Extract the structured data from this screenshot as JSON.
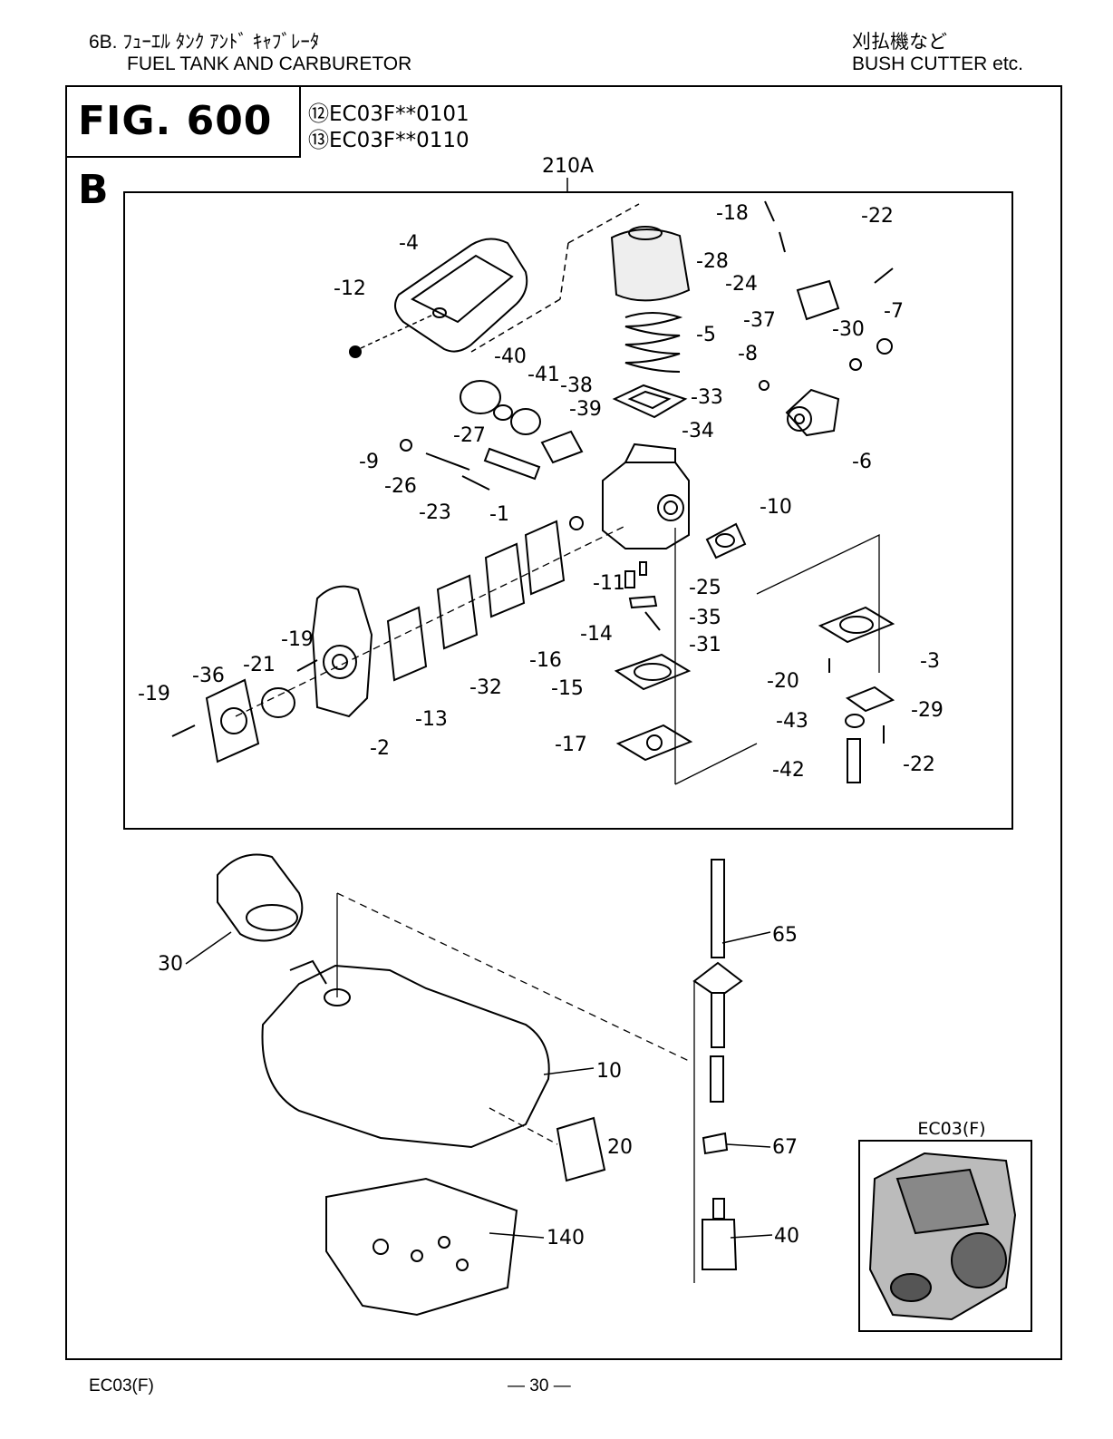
{
  "header": {
    "left_line1": "6B. ﾌｭｰｴﾙ ﾀﾝｸ ｱﾝﾄﾞ ｷｬﾌﾞﾚｰﾀ",
    "left_line2": "FUEL TANK AND CARBURETOR",
    "right_line1": "刈払機など",
    "right_line2": "BUSH CUTTER etc."
  },
  "figure": {
    "label": "FIG. 600 B",
    "models": [
      "⑫EC03F**0101",
      "⑬EC03F**0110"
    ],
    "assembly_label": "210A"
  },
  "carburetor_parts": [
    "-4",
    "-12",
    "-28",
    "-18",
    "-24",
    "-22",
    "-37",
    "-7",
    "-30",
    "-5",
    "-8",
    "-40",
    "-41",
    "-38",
    "-33",
    "-39",
    "-27",
    "-34",
    "-9",
    "-26",
    "-6",
    "-23",
    "-1",
    "-10",
    "-11",
    "-25",
    "-35",
    "-31",
    "-14",
    "-16",
    "-19",
    "-36",
    "-21",
    "-32",
    "-15",
    "-13",
    "-2",
    "-17",
    "-3",
    "-20",
    "-29",
    "-43",
    "-22",
    "-42",
    "-19"
  ],
  "tank_parts": [
    "30",
    "65",
    "10",
    "20",
    "67",
    "140",
    "40"
  ],
  "photo": {
    "label": "EC03(F)"
  },
  "footer": {
    "model": "EC03(F)",
    "page": "— 30 —"
  }
}
